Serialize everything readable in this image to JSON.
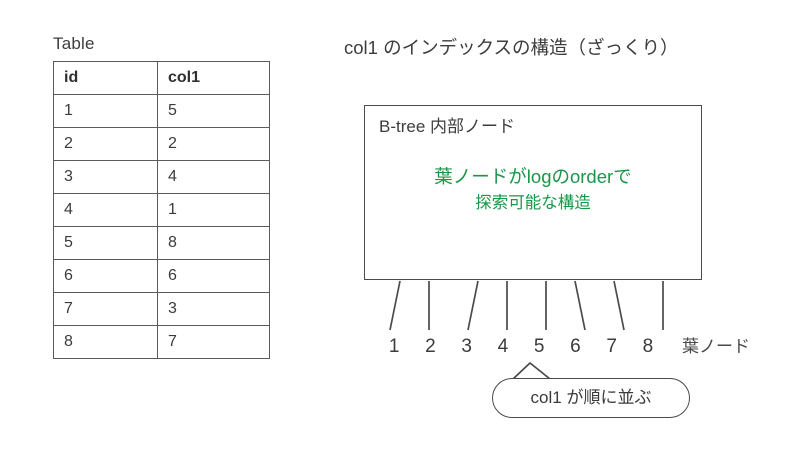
{
  "table_block": {
    "caption": "Table",
    "columns": [
      "id",
      "col1"
    ],
    "rows": [
      [
        "1",
        "5"
      ],
      [
        "2",
        "2"
      ],
      [
        "3",
        "4"
      ],
      [
        "4",
        "1"
      ],
      [
        "5",
        "8"
      ],
      [
        "6",
        "6"
      ],
      [
        "7",
        "3"
      ],
      [
        "8",
        "7"
      ]
    ]
  },
  "diagram": {
    "title": "col1 のインデックスの構造（ざっくり）",
    "node_box": {
      "label": "B-tree 内部ノード",
      "note_line1": "葉ノードがlogのorderで",
      "note_line2": "探索可能な構造",
      "note_color": "#1a9648"
    },
    "leaf_values": [
      "1",
      "2",
      "3",
      "4",
      "5",
      "6",
      "7",
      "8"
    ],
    "leaf_label": "葉ノード",
    "callout": "col1 が順に並ぶ"
  },
  "colors": {
    "text": "#3b3b3b",
    "stroke": "#4a4a4a",
    "accent_green": "#1a9648",
    "background": "#ffffff"
  }
}
